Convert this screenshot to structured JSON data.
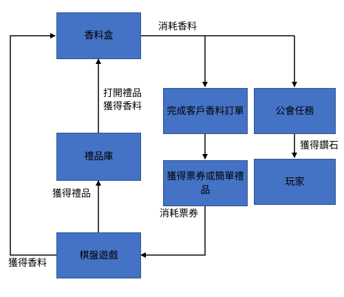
{
  "nodes": {
    "spice_box": "香料盒",
    "order": "完成客戶香料訂單",
    "guild": "公會任務",
    "gift_storage": "禮品庫",
    "ticket_gift": "獲得票券或簡單禮品",
    "player": "玩家",
    "board_game": "棋盤遊戲"
  },
  "edges": {
    "consume_spice": "消耗香料",
    "open_gift_line1": "打開禮品",
    "open_gift_line2": "獲得香料",
    "get_diamond": "獲得鑽石",
    "get_gift": "獲得禮品",
    "consume_ticket": "消耗票券",
    "get_spice": "獲得香料"
  },
  "colors": {
    "box_fill": "#4472c4",
    "box_border": "#2f528f",
    "line": "#000000"
  }
}
